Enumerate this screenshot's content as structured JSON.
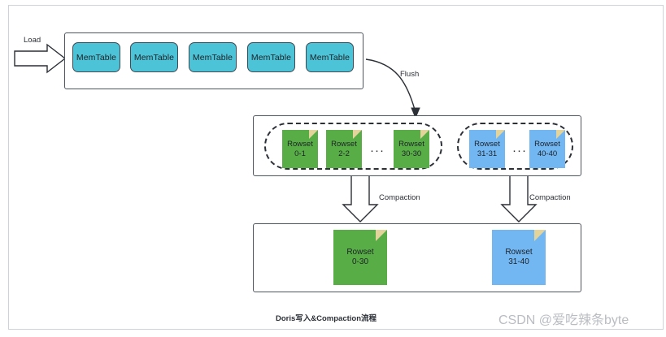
{
  "diagram": {
    "caption": "Doris写入&Compaction流程",
    "watermark": "CSDN @爱吃辣条byte",
    "colors": {
      "memtable": "#4cc3d6",
      "rowset_green": "#58ad46",
      "rowset_blue": "#72b6f2",
      "fold": "#e3d49b",
      "stroke": "#4d5560",
      "dashed": "#2b2f36"
    }
  },
  "labels": {
    "load": "Load",
    "flush": "Flush",
    "compaction_left": "Compaction",
    "compaction_right": "Compaction",
    "ellipsis": "···"
  },
  "memtable_stage": {
    "items": [
      {
        "label": "MemTable"
      },
      {
        "label": "MemTable"
      },
      {
        "label": "MemTable"
      },
      {
        "label": "MemTable"
      },
      {
        "label": "MemTable"
      }
    ]
  },
  "rowset_stage": {
    "group_green": {
      "items": [
        {
          "name": "Rowset",
          "range": "0-1",
          "color": "green"
        },
        {
          "name": "Rowset",
          "range": "2-2",
          "color": "green"
        },
        {
          "name": "Rowset",
          "range": "30-30",
          "color": "green"
        }
      ]
    },
    "group_blue": {
      "items": [
        {
          "name": "Rowset",
          "range": "31-31",
          "color": "blue"
        },
        {
          "name": "Rowset",
          "range": "40-40",
          "color": "blue"
        }
      ]
    }
  },
  "compacted_stage": {
    "items": [
      {
        "name": "Rowset",
        "range": "0-30",
        "color": "green"
      },
      {
        "name": "Rowset",
        "range": "31-40",
        "color": "blue"
      }
    ]
  }
}
